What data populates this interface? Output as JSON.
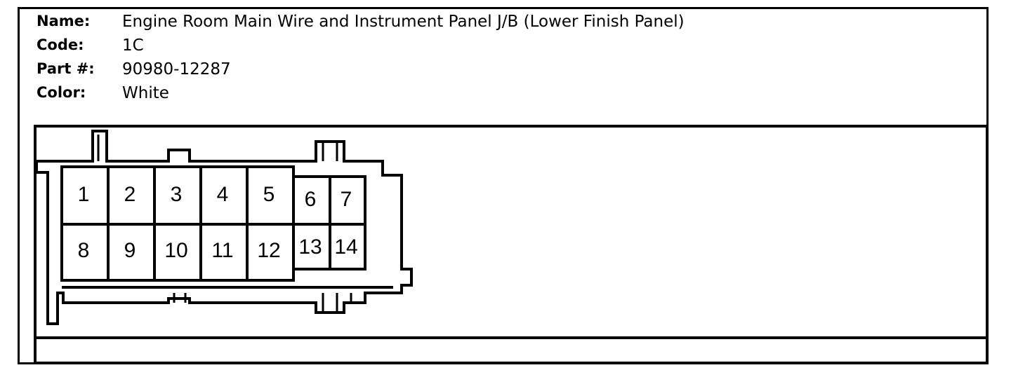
{
  "connector": {
    "name_label": "Name:",
    "name_value": "Engine Room Main Wire and Instrument Panel J/B (Lower Finish Panel)",
    "code_label": "Code:",
    "code_value": "1C",
    "part_label": "Part #:",
    "part_value": "90980-12287",
    "color_label": "Color:",
    "color_value": "White"
  },
  "pins": {
    "top_row": [
      "1",
      "2",
      "3",
      "4",
      "5",
      "6",
      "7"
    ],
    "bottom_row": [
      "8",
      "9",
      "10",
      "11",
      "12",
      "13",
      "14"
    ]
  }
}
